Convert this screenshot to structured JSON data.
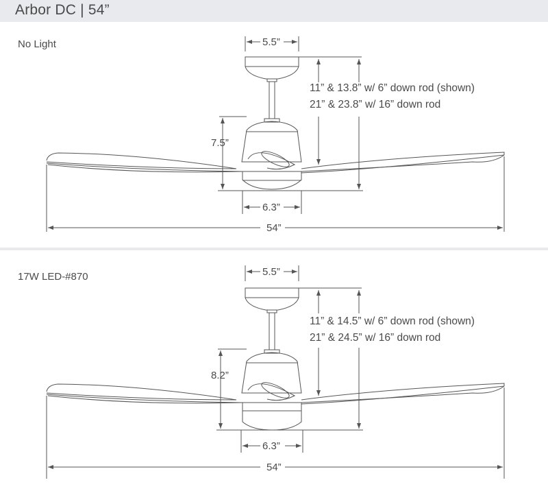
{
  "header": {
    "title": "Arbor DC | 54”"
  },
  "panels": [
    {
      "label": "No Light",
      "canopy_width": "5.5”",
      "motor_height": "7.5”",
      "housing_width": "6.3”",
      "span": "54”",
      "note_line1": "11” &  13.8”  w/ 6” down rod (shown)",
      "note_line2": "21” &  23.8”  w/ 16” down rod"
    },
    {
      "label": "17W LED-#870",
      "canopy_width": "5.5”",
      "motor_height": "8.2”",
      "housing_width": "6.3”",
      "span": "54”",
      "note_line1": "11” &  14.5”  w/ 6” down rod (shown)",
      "note_line2": "21” &  24.5”  w/ 16” down rod"
    }
  ],
  "colors": {
    "line": "#555555",
    "header_bg": "#e9eaed",
    "text": "#4a4a4a"
  }
}
